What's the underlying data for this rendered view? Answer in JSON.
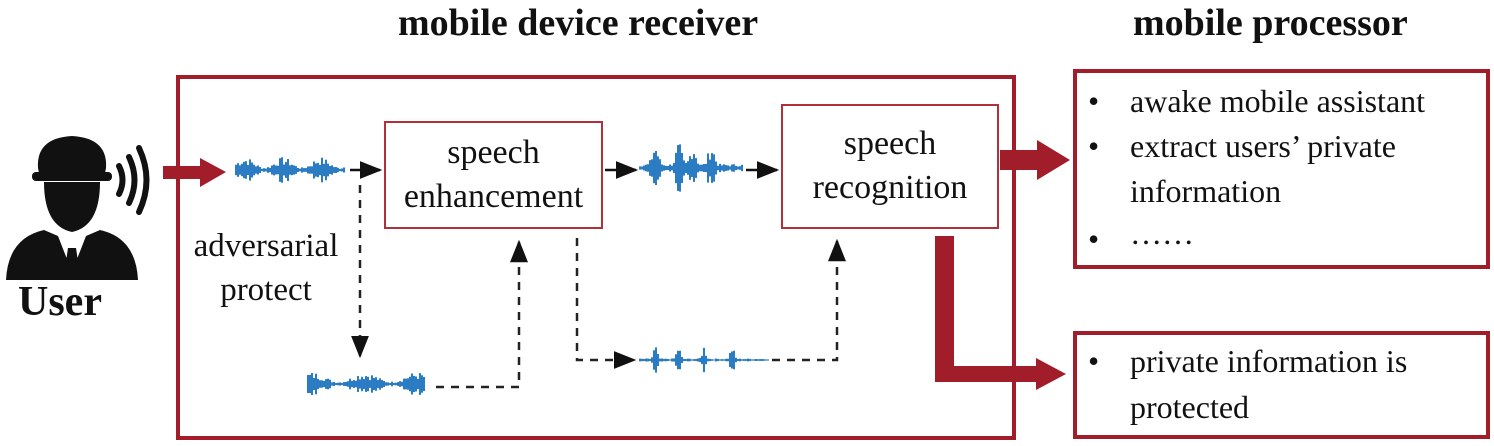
{
  "titles": {
    "receiver": "mobile device receiver",
    "processor": "mobile processor"
  },
  "user_label": "User",
  "adversarial_label": [
    "adversarial",
    "protect"
  ],
  "blocks": {
    "enhancement": [
      "speech",
      "enhancement"
    ],
    "recognition": [
      "speech",
      "recognition"
    ]
  },
  "processor_box": {
    "bullet": "•",
    "lines": [
      "awake mobile assistant",
      "extract users’ private",
      "information",
      "……"
    ]
  },
  "protected_box": {
    "bullet": "•",
    "lines": [
      "private information is",
      "protected"
    ]
  },
  "colors": {
    "accent": "#a11d2a",
    "waveform": "#2b7cc3",
    "icon": "#111111"
  },
  "icons": [
    "user-icon",
    "sound-wave-icon",
    "waveform-icon",
    "arrow-icon"
  ]
}
